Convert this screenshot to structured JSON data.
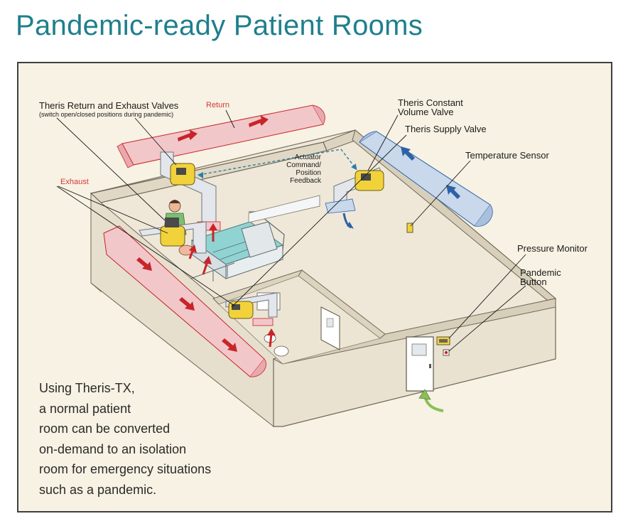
{
  "title": "Pandemic-ready Patient Rooms",
  "labels": {
    "return_exhaust_valves": "Theris Return and Exhaust Valves",
    "return_exhaust_sub": "(switch open/closed positions during pandemic)",
    "return": "Return",
    "exhaust": "Exhaust",
    "constant_volume_1": "Theris Constant",
    "constant_volume_2": "Volume Valve",
    "supply_valve": "Theris Supply Valve",
    "temperature_sensor": "Temperature Sensor",
    "actuator_1": "Actuator",
    "actuator_2": "Command/",
    "actuator_3": "Position",
    "actuator_4": "Feedback",
    "pressure_monitor": "Pressure Monitor",
    "pandemic_button_1": "Pandemic",
    "pandemic_button_2": "Button"
  },
  "caption": [
    "Using Theris-TX,",
    "a normal patient",
    "room can be converted",
    "on-demand to an isolation",
    "room for emergency situations",
    "such as a pandemic."
  ],
  "colors": {
    "title": "#1f7f8c",
    "return_duct": "#f2c7c9",
    "supply_duct": "#c9d8ea",
    "valve": "#f2d23a",
    "arrow_red": "#c8242a",
    "arrow_blue": "#2d62a8",
    "arrow_green": "#8bbf5a"
  }
}
